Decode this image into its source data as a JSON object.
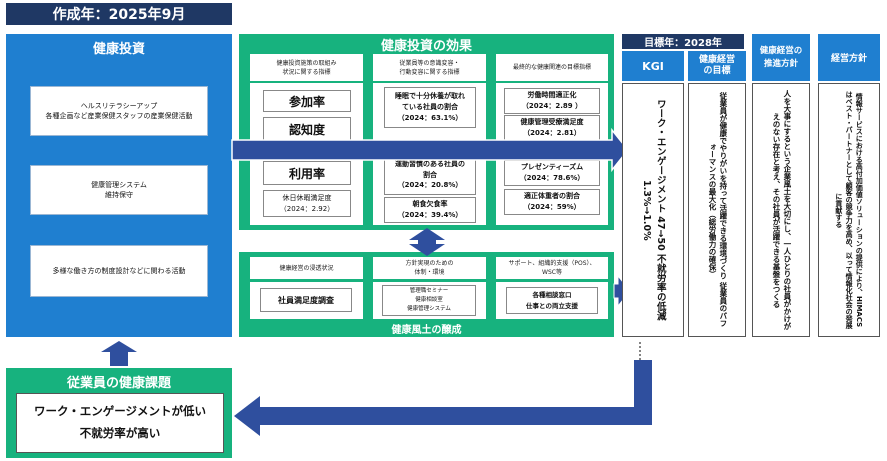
{
  "date_banner": "作成年：2025年9月",
  "health_investment": {
    "title": "健康投資",
    "items": [
      {
        "line1": "ヘルスリテラシーアップ",
        "line2": "各種企画など産業保健スタッフの産業保健活動"
      },
      {
        "line1": "健康管理システム",
        "line2": "維持保守"
      },
      {
        "line1": "多様な働き方の制度設計などに関わる活動",
        "line2": ""
      }
    ]
  },
  "effects": {
    "title": "健康投資の効果",
    "col1": {
      "header_line1": "健康投資施策の取組み",
      "header_line2": "状況に関する指標",
      "box1": "参加率",
      "box2": "認知度",
      "box3": "利用率",
      "box4_line1": "休日休暇満足度",
      "box4_line2": "（2024：2.92）"
    },
    "col2": {
      "header_line1": "従業員等の意識変容・",
      "header_line2": "行動変容に関する指標",
      "item1_line1": "睡眠で十分休養が取れ",
      "item1_line2": "ている社員の割合",
      "item1_line3": "（2024：63.1%）",
      "item2_line1": "運動習慣のある社員の",
      "item2_line2": "割合",
      "item2_line3": "（2024：20.8%）",
      "item3_line1": "朝食欠食率",
      "item3_line2": "（2024：39.4%）"
    },
    "col3": {
      "header": "最終的な健康関連の目標指標",
      "item1_line1": "労働時間適正化",
      "item1_line2": "（2024：2.89 ）",
      "item2_line1": "健康管理受療満足度",
      "item2_line2": "（2024：2.81）",
      "item3_line1": "プレゼンティーズム",
      "item3_line2": "（2024：78.6%）",
      "item4_line1": "適正体重者の割合",
      "item4_line2": "（2024：59%）"
    }
  },
  "culture": {
    "title": "健康風土の醸成",
    "col1_header": "健康経営の浸透状況",
    "col1_box": "社員満足度調査",
    "col2_header_line1": "方針実現のための",
    "col2_header_line2": "体制・環境",
    "col2_box_line1": "管理職セミナー",
    "col2_box_line2": "健康相談室",
    "col2_box_line3": "健康管理システム",
    "col3_header_line1": "サポート、組織的支援（POS）、",
    "col3_header_line2": "WSC等",
    "col3_box_line1": "各種相談窓口",
    "col3_box_line2": "仕事との両立支援"
  },
  "target_year": "目標年：2028年",
  "kgi": {
    "label": "KGI",
    "text": "ワーク・エンゲージメント 47→50 不就労率の低減 1.3%→1.0%"
  },
  "goal": {
    "label_line1": "健康経営",
    "label_line2": "の目標",
    "text": "従業員が健康でやりがいを持って活躍できる環境づくり 従業員のパフォーマンスの最大化（総労働力の確保）"
  },
  "policy": {
    "label_line1": "健康経営の",
    "label_line2": "推進方針",
    "text": "人を大事にするという企業風土を大切にし、一人ひとりの社員がかけがえのない存在と考え、その社員が活躍できる基盤をつくる"
  },
  "management": {
    "label": "経営方針",
    "text": "情報サービスにおける高付加価値ソリューションの提供により、HIMACSはベスト・パートナーとして顧客の競争力を高め、以って情報化社会の発展に貢献する"
  },
  "issue": {
    "title": "従業員の健康課題",
    "line1": "ワーク・エンゲージメントが低い",
    "line2": "不就労率が高い"
  },
  "colors": {
    "navy": "#1f3864",
    "blue": "#1f7fd0",
    "green": "#17b27e",
    "arrow": "#2f4f9e"
  }
}
